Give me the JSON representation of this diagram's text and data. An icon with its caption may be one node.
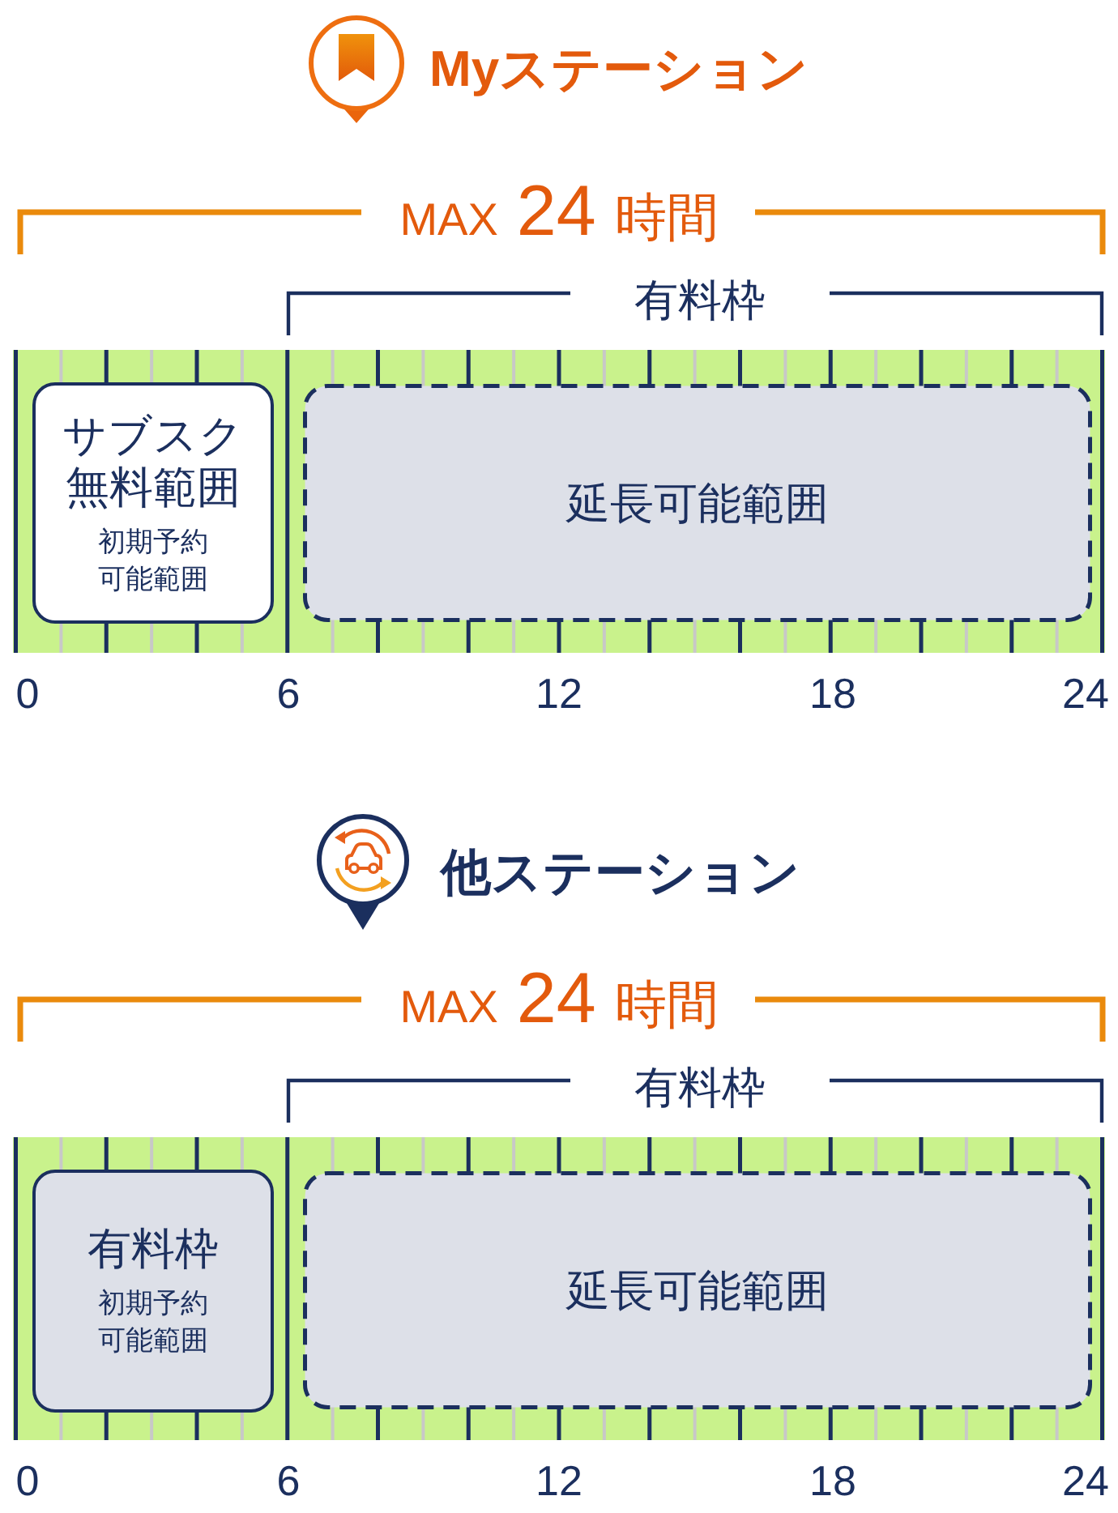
{
  "diagram": {
    "nodes": [
      {
        "text": [],
        "shape": "bar"
      },
      {
        "text": [
          "サブスク無料範囲",
          "初期予約可能範囲"
        ],
        "in": 0
      },
      {
        "text": [
          "延長可能範囲"
        ],
        "in": 0
      },
      {
        "text": [],
        "shape": "bar"
      },
      {
        "text": [
          "有料枠",
          "初期予約可能範囲"
        ],
        "in": 3
      },
      {
        "text": [
          "延長可能範囲"
        ],
        "in": 3
      }
    ],
    "labels": [
      "Myステーション",
      "MAX 24 時間",
      "有料枠",
      "0",
      "6",
      "12",
      "18",
      "24",
      "他ステーション",
      "MAX 24 時間",
      "有料枠",
      "0",
      "6",
      "12",
      "18",
      "24"
    ]
  }
}
